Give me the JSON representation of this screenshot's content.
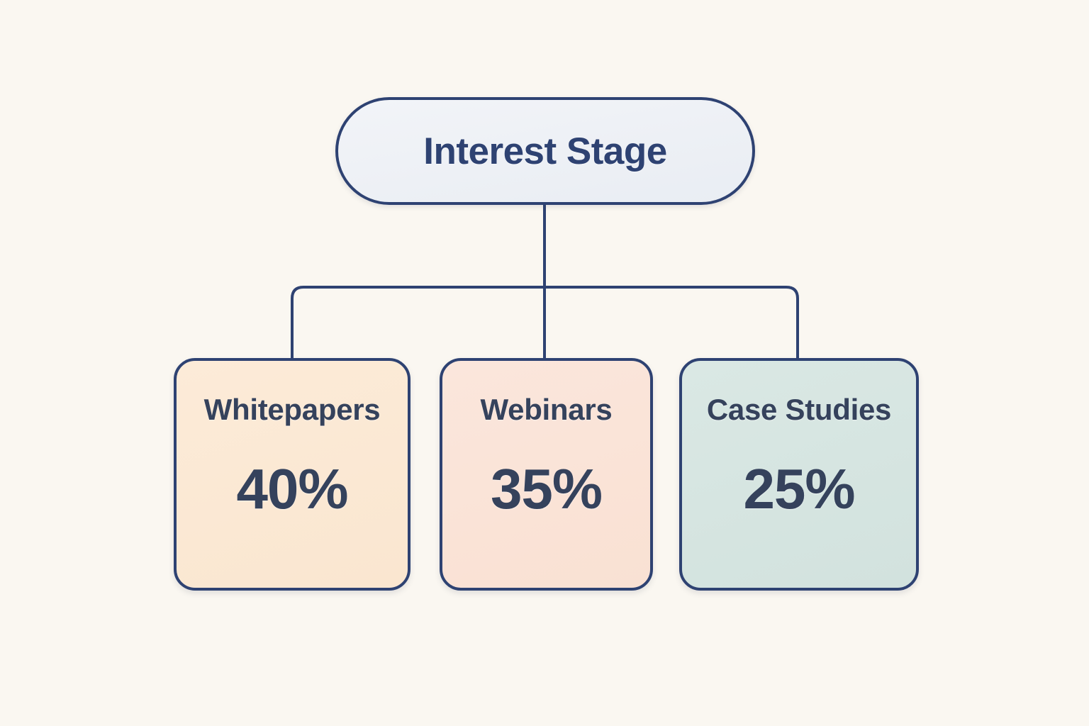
{
  "diagram": {
    "type": "tree-hierarchy",
    "background_color": "#FAF7F1",
    "connector_color": "#2E4272",
    "root": {
      "label": "Interest Stage",
      "fill_color": "#EDF0F5",
      "border_color": "#2E4272",
      "text_color": "#2E4272"
    },
    "children": [
      {
        "label": "Whitepapers",
        "value": "40%",
        "fill_color": "#FAE6D0",
        "border_color": "#2E4272",
        "text_color": "#35425C"
      },
      {
        "label": "Webinars",
        "value": "35%",
        "fill_color": "#F9E1D3",
        "border_color": "#2E4272",
        "text_color": "#35425C"
      },
      {
        "label": "Case Studies",
        "value": "25%",
        "fill_color": "#D2E2DE",
        "border_color": "#2E4272",
        "text_color": "#35425C"
      }
    ]
  },
  "chart_data": {
    "type": "pie",
    "title": "Interest Stage",
    "categories": [
      "Whitepapers",
      "Webinars",
      "Case Studies"
    ],
    "values": [
      40,
      35,
      25
    ],
    "value_labels": [
      "40%",
      "35%",
      "25%"
    ],
    "unit": "percent",
    "xlabel": "",
    "ylabel": "",
    "legend": "none",
    "grid": false
  }
}
